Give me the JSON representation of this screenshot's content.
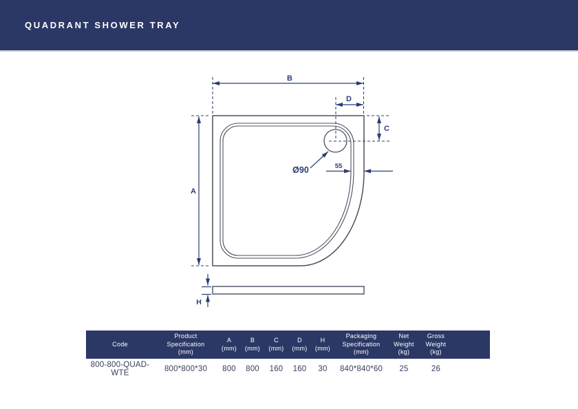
{
  "page": {
    "title": "QUADRANT SHOWER TRAY"
  },
  "colors": {
    "header_navy": "#2b3866",
    "dimension_line": "#2b3c74",
    "tray_outline": "#4b5060",
    "page_background": "#ffffff",
    "header_text": "#ffffff",
    "cell_text": "#363e5c"
  },
  "drawing": {
    "dim_a": "A",
    "dim_b": "B",
    "dim_c": "C",
    "dim_d": "D",
    "dim_h": "H",
    "drain_label": "Ø90",
    "rim_label": "55"
  },
  "table": {
    "columns": [
      {
        "label": "Code"
      },
      {
        "label": "Product\nSpecification\n(mm)"
      },
      {
        "label": "A\n(mm)"
      },
      {
        "label": "B\n(mm)"
      },
      {
        "label": "C\n(mm)"
      },
      {
        "label": "D\n(mm)"
      },
      {
        "label": "H\n(mm)"
      },
      {
        "label": "Packaging\nSpecification\n(mm)"
      },
      {
        "label": "Net\nWeight\n(kg)"
      },
      {
        "label": "Gross\nWeight\n(kg)"
      }
    ],
    "rows": [
      {
        "code": "800-800-QUAD-WTE",
        "product_spec": "800*800*30",
        "a": "800",
        "b": "800",
        "c": "160",
        "d": "160",
        "h": "30",
        "packaging_spec": "840*840*60",
        "net_weight": "25",
        "gross_weight": "26"
      }
    ]
  }
}
